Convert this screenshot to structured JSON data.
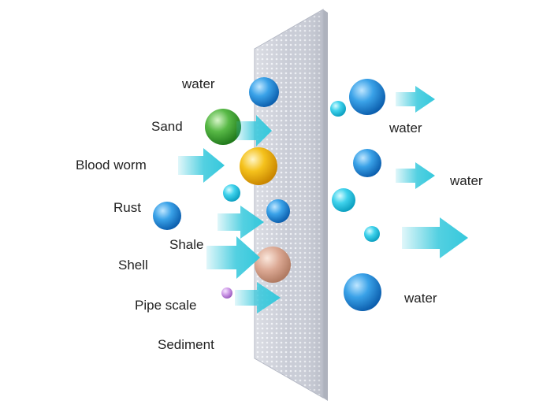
{
  "labels": {
    "water_top_left": "water",
    "sand": "Sand",
    "blood_worm": "Blood worm",
    "rust": "Rust",
    "shale": "Shale",
    "shell": "Shell",
    "pipe_scale": "Pipe scale",
    "sediment": "Sediment",
    "water_right_1": "water",
    "water_right_2": "water",
    "water_right_3": "water"
  },
  "colors": {
    "water_blue": "#1e88d6",
    "cyan_light": "#2ec7e6",
    "sand_green": "#4caf3a",
    "blood_worm_yellow": "#f2b90f",
    "shell_peach": "#d9a58c",
    "pipe_scale_purple": "#c58de0",
    "arrow_cyan": "#35c8dc",
    "filter_grey": "#c8cbd4"
  }
}
